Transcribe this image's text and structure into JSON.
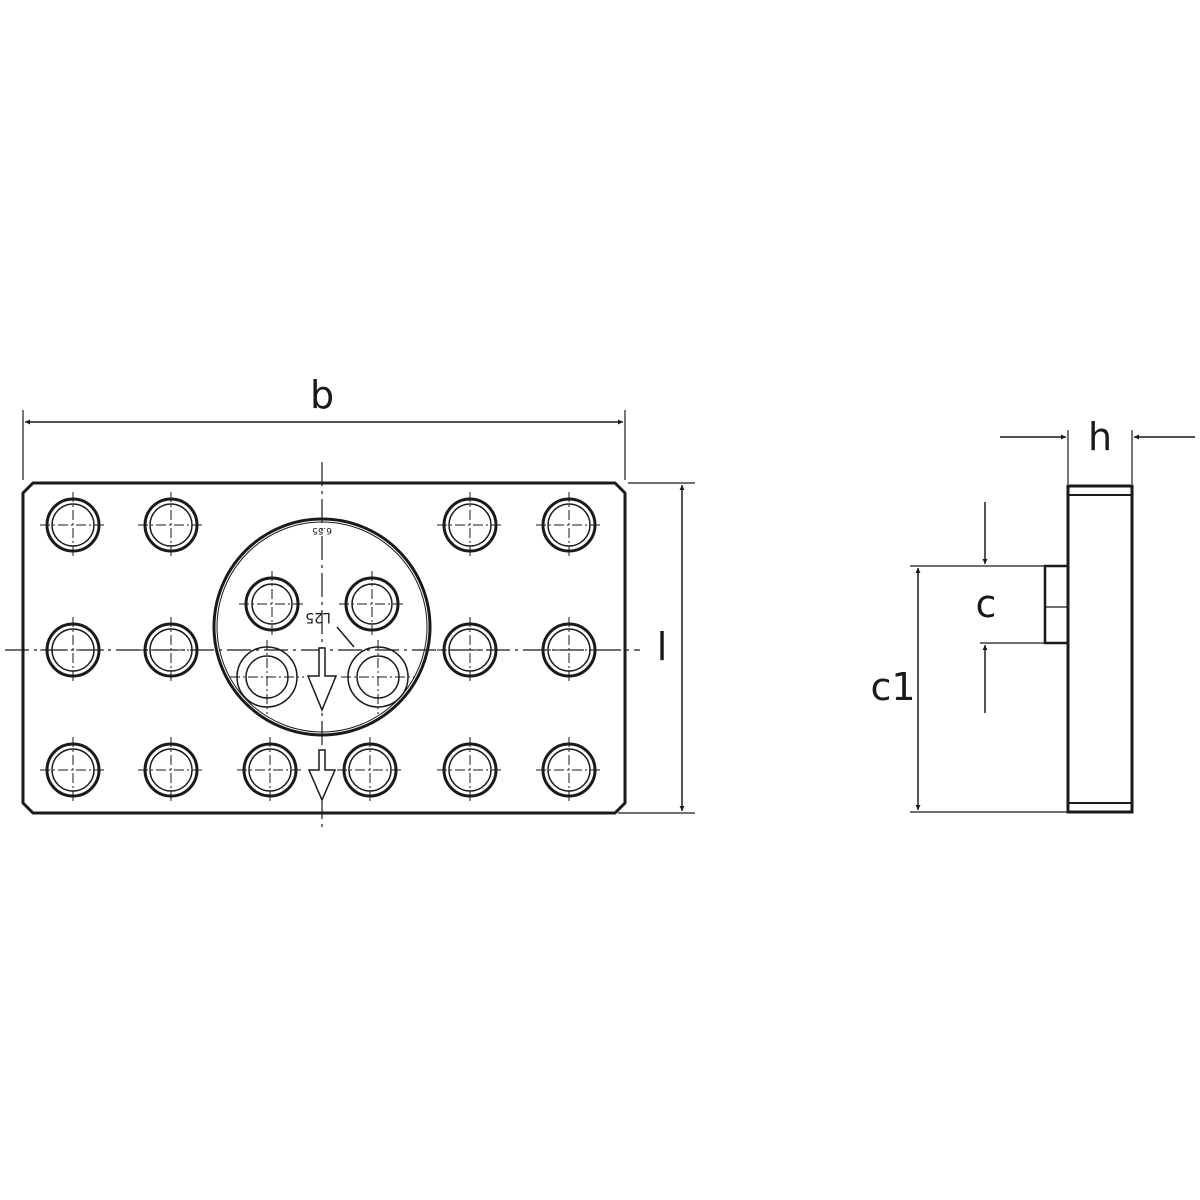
{
  "labels": {
    "b": "b",
    "l": "l",
    "h": "h",
    "c": "c",
    "c1": "c1"
  },
  "engravings": {
    "angle": "L25",
    "code": "6.55"
  },
  "colors": {
    "line": "#1a1a1a",
    "background": "#ffffff"
  }
}
